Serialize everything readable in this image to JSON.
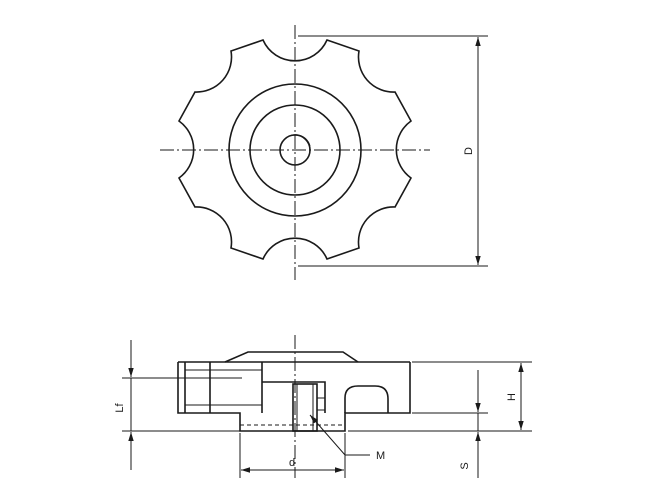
{
  "labels": {
    "D": "D",
    "H": "H",
    "Lf": "Lf",
    "S": "S",
    "d": "d",
    "M": "M"
  },
  "colors": {
    "line": "#1a1a1a",
    "background": "#ffffff"
  }
}
